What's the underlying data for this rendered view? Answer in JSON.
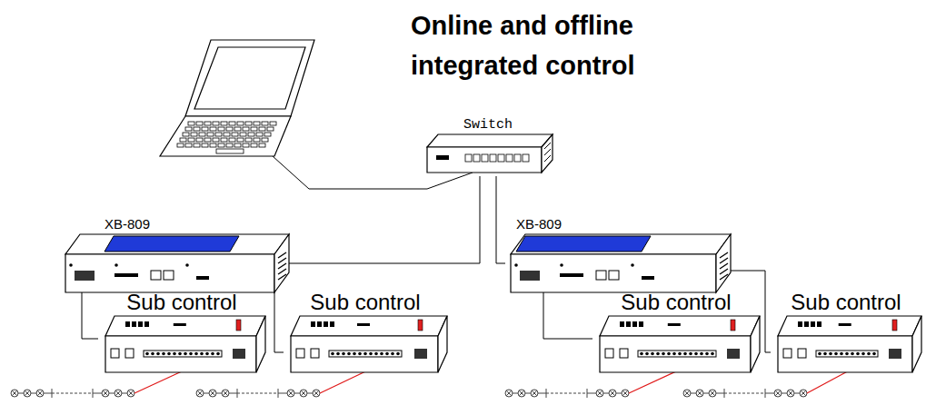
{
  "diagram": {
    "title": "Online and offline integrated control",
    "nodes": [
      {
        "text": [
          "Switch"
        ]
      },
      {
        "text": [
          "XB-809"
        ]
      },
      {
        "text": [
          "XB-809"
        ]
      },
      {
        "text": [
          "Sub control"
        ]
      },
      {
        "text": [
          "Sub control"
        ]
      },
      {
        "text": [
          "Sub control"
        ]
      },
      {
        "text": [
          "Sub control"
        ]
      }
    ],
    "edges": [
      {
        "from": 0,
        "to": 1,
        "arrow": "none"
      },
      {
        "from": 0,
        "to": 2,
        "arrow": "none"
      },
      {
        "from": 1,
        "to": 3,
        "arrow": "none"
      },
      {
        "from": 1,
        "to": 4,
        "arrow": "none"
      },
      {
        "from": 2,
        "to": 5,
        "arrow": "none"
      },
      {
        "from": 2,
        "to": 6,
        "arrow": "none"
      }
    ]
  }
}
